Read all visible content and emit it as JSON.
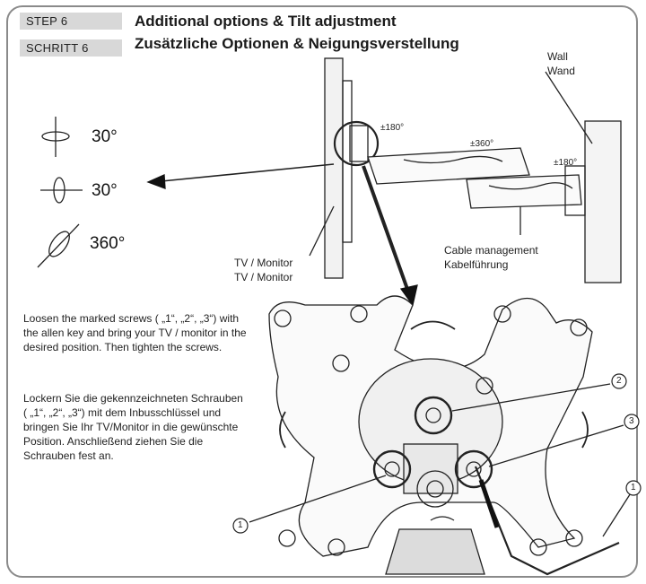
{
  "header": {
    "step_en": "STEP  6",
    "step_de": "SCHRITT 6",
    "title_en": "Additional options & Tilt adjustment",
    "title_de": "Zusätzliche Optionen & Neigungsverstellung"
  },
  "labels": {
    "wall_en": "Wall",
    "wall_de": "Wand",
    "tv_en": "TV / Monitor",
    "tv_de": "TV / Monitor",
    "cable_en": "Cable management",
    "cable_de": "Kabelführung"
  },
  "rotation": [
    {
      "value": "30°"
    },
    {
      "value": "30°"
    },
    {
      "value": "360°"
    }
  ],
  "joints": {
    "j1": "±180°",
    "j2": "±360°",
    "j3": "±180°"
  },
  "instructions": {
    "en": "Loosen the marked screws ( „1“, „2“, „3“) with the allen key and bring your TV / monitor in the desired position. Then tighten the screws.",
    "de": "Lockern Sie die gekennzeichneten Schrauben ( „1“, „2“, „3“) mit dem Inbusschlüssel und bringen Sie Ihr TV/Monitor in die gewünschte Position. Anschließend ziehen Sie die Schrauben fest an."
  },
  "callouts": {
    "c1": "1",
    "c2": "2",
    "c3": "3",
    "c_key": "1"
  }
}
